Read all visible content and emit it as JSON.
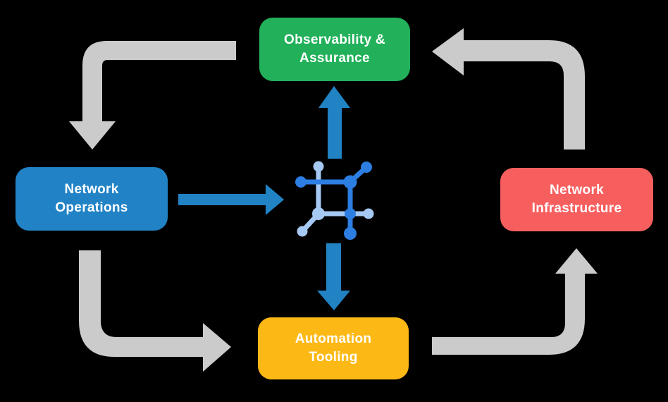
{
  "diagram": {
    "title": "network automation cycle",
    "background_color": "#000000",
    "nodes": [
      {
        "id": "observability-assurance",
        "label": "Observability &\nAssurance",
        "color": "#22B15A"
      },
      {
        "id": "network-operations",
        "label": "Network\nOperations",
        "color": "#2183C6"
      },
      {
        "id": "network-infrastructure",
        "label": "Network\nInfrastructure",
        "color": "#F75F5F"
      },
      {
        "id": "automation-tooling",
        "label": "Automation\nTooling",
        "color": "#FCB916"
      }
    ],
    "center_icon": {
      "name": "network-mesh-icon",
      "dark_color": "#2C7EE3",
      "light_color": "#A6C9F3"
    },
    "arrow_colors": {
      "gray": "#CBCBCB",
      "blue": "#2182C4"
    },
    "flows": [
      {
        "from": "observability-assurance",
        "to": "network-operations",
        "style": "gray"
      },
      {
        "from": "network-operations",
        "to": "automation-tooling",
        "style": "gray"
      },
      {
        "from": "automation-tooling",
        "to": "network-infrastructure",
        "style": "gray"
      },
      {
        "from": "network-infrastructure",
        "to": "observability-assurance",
        "style": "gray"
      },
      {
        "from": "network-operations",
        "to": "center-icon",
        "style": "blue"
      },
      {
        "from": "center-icon",
        "to": "observability-assurance",
        "style": "blue"
      },
      {
        "from": "center-icon",
        "to": "automation-tooling",
        "style": "blue"
      }
    ]
  }
}
